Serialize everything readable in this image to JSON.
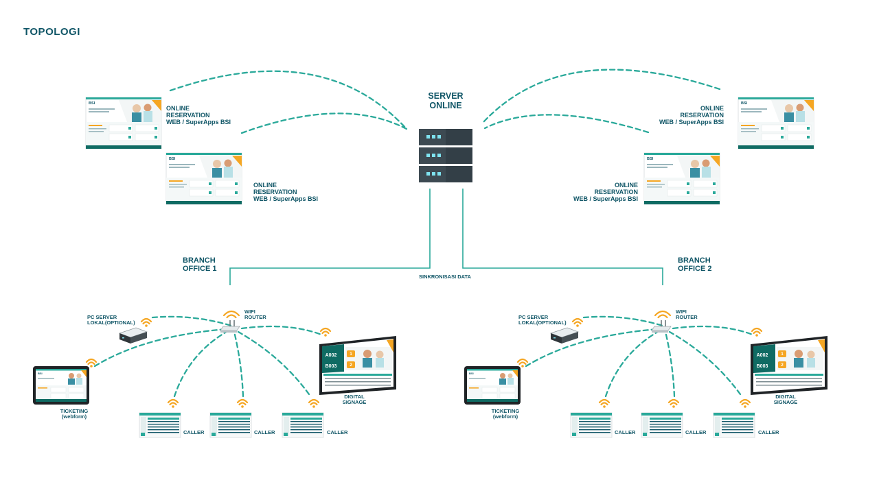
{
  "title": "TOPOLOGI",
  "server": {
    "line1": "SERVER",
    "line2": "ONLINE"
  },
  "online_reservation": {
    "line1": "ONLINE",
    "line2": "RESERVATION",
    "line3": "WEB / SuperApps BSI"
  },
  "branches": [
    {
      "line1": "BRANCH",
      "line2": "OFFICE 1"
    },
    {
      "line1": "BRANCH",
      "line2": "OFFICE 2"
    }
  ],
  "sync_label": "SINKRONISASI DATA",
  "branch_devices": {
    "pc_server": {
      "line1": "PC SERVER",
      "line2": "LOKAL(OPTIONAL)"
    },
    "wifi_router": {
      "line1": "WIFI",
      "line2": "ROUTER"
    },
    "ticketing": {
      "line1": "TICKETING",
      "line2": "(webform)"
    },
    "digital_signage": {
      "line1": "DIGITAL",
      "line2": "SIGNAGE"
    },
    "caller": "CALLER"
  },
  "screens": {
    "brand": "BSI",
    "signage_numbers": [
      "A002",
      "1",
      "B003",
      "2"
    ]
  },
  "colors": {
    "dark_teal": "#0f5566",
    "line_teal": "#2aa99a",
    "wifi_orange": "#f5a623",
    "server_dark": "#3d4a52",
    "server_led": "#7fe3f0"
  }
}
